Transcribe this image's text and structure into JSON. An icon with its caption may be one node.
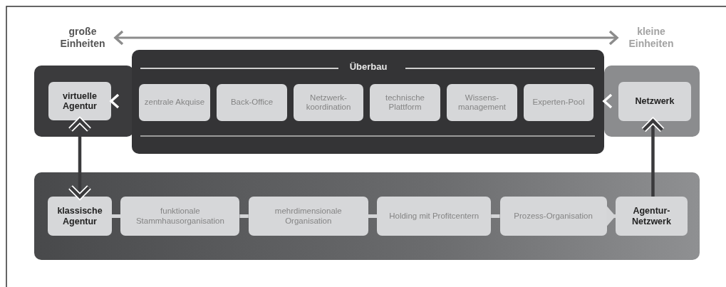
{
  "diagram": {
    "nodes": [
      {
        "text": [
          "große Einheiten"
        ]
      },
      {
        "text": [
          "kleine Einheiten"
        ]
      },
      {
        "text": [],
        "shape": "box"
      },
      {
        "text": [
          "virtuelle Agentur"
        ],
        "in": 2
      },
      {
        "text": [
          "Überbau"
        ]
      },
      {
        "text": [
          "zentrale Akquise"
        ],
        "in": 4
      },
      {
        "text": [
          "Back-Office"
        ],
        "in": 4
      },
      {
        "text": [
          "Netzwerk-koordination"
        ],
        "in": 4
      },
      {
        "text": [
          "technische Plattform"
        ],
        "in": 4
      },
      {
        "text": [
          "Wissens-management"
        ],
        "in": 4
      },
      {
        "text": [
          "Experten-Pool"
        ],
        "in": 4
      },
      {
        "text": [],
        "shape": "box"
      },
      {
        "text": [
          "Netzwerk"
        ],
        "in": 11
      },
      {
        "text": [],
        "shape": "box"
      },
      {
        "text": [
          "klassische Agentur"
        ],
        "in": 13
      },
      {
        "text": [
          "funktionale Stammhausorganisation"
        ],
        "in": 13
      },
      {
        "text": [
          "mehrdimensionale Organisation"
        ],
        "in": 13
      },
      {
        "text": [
          "Holding mit Profitcentern"
        ],
        "in": 13
      },
      {
        "text": [
          "Prozess-Organisation"
        ],
        "in": 13
      },
      {
        "text": [
          "Agentur-Netzwerk"
        ],
        "in": 13
      }
    ],
    "edges": [
      {
        "from": 0,
        "to": 1,
        "arrow": "both",
        "color": "#8c8c8c"
      },
      {
        "from": 4,
        "to": 3,
        "arrow": "to",
        "color": "#ffffff"
      },
      {
        "from": 12,
        "to": 4,
        "arrow": "to",
        "color": "#ffffff"
      },
      {
        "from": 3,
        "to": 14,
        "arrow": "both",
        "color": "#3a3a3c"
      },
      {
        "from": 19,
        "to": 12,
        "arrow": "to",
        "color": "#3a3a3c"
      },
      {
        "from": 14,
        "to": 15,
        "arrow": "none",
        "color": "#d4d5d7"
      },
      {
        "from": 15,
        "to": 16,
        "arrow": "none",
        "color": "#d4d5d7"
      },
      {
        "from": 16,
        "to": 17,
        "arrow": "none",
        "color": "#d4d5d7"
      },
      {
        "from": 17,
        "to": 18,
        "arrow": "none",
        "color": "#d4d5d7"
      },
      {
        "from": 18,
        "to": 19,
        "arrow": "to",
        "color": "#d4d5d7"
      }
    ]
  }
}
